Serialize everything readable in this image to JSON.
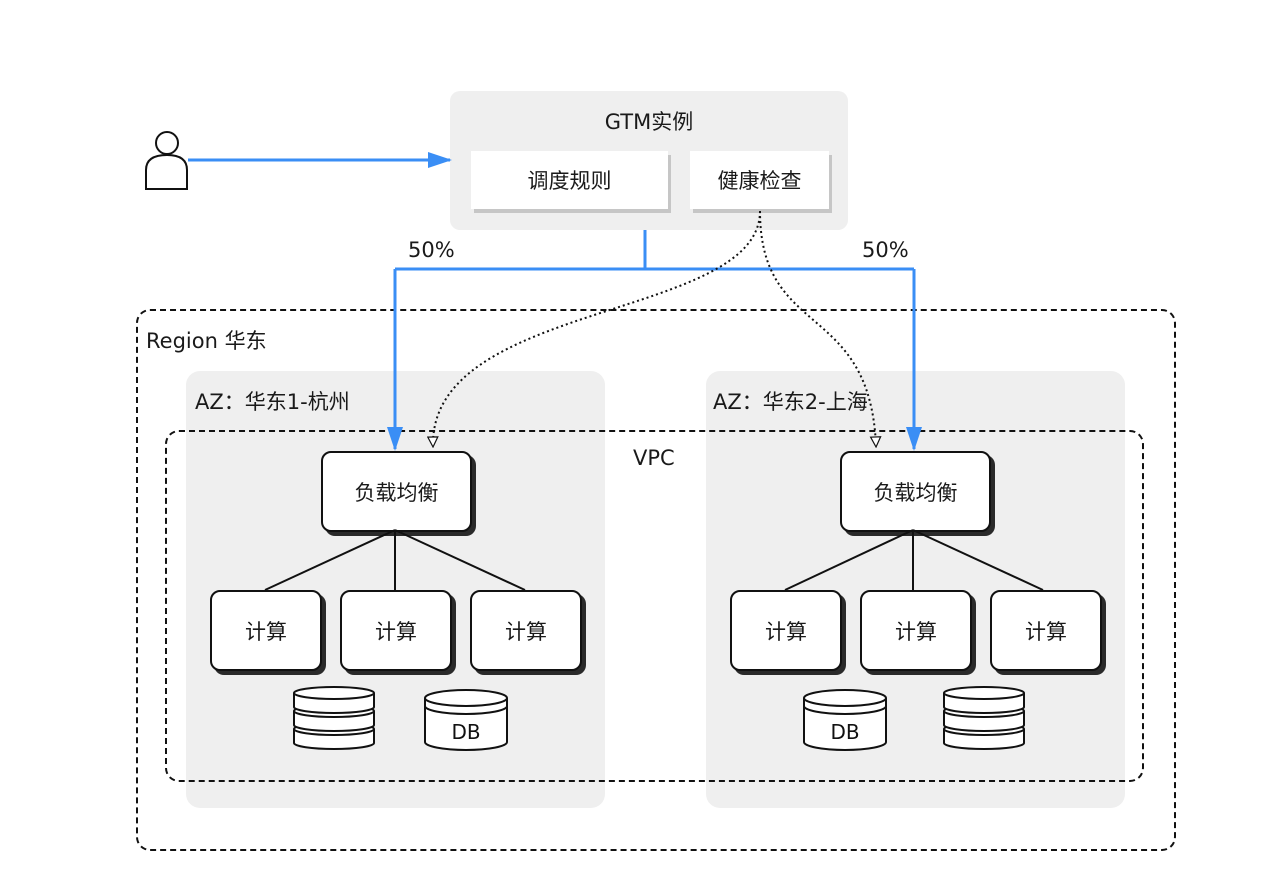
{
  "gtm": {
    "title": "GTM实例",
    "scheduling_rule": "调度规则",
    "health_check": "健康检查"
  },
  "traffic": {
    "left_pct": "50%",
    "right_pct": "50%"
  },
  "region": {
    "label": "Region 华东"
  },
  "vpc": {
    "label": "VPC"
  },
  "az_left": {
    "label": "AZ：华东1-杭州",
    "lb": "负载均衡",
    "compute": [
      "计算",
      "计算",
      "计算"
    ],
    "db": "DB"
  },
  "az_right": {
    "label": "AZ：华东2-上海",
    "lb": "负载均衡",
    "compute": [
      "计算",
      "计算",
      "计算"
    ],
    "db": "DB"
  },
  "colors": {
    "flow": "#3a8ef5",
    "panel": "#efefef",
    "stroke": "#111111"
  }
}
